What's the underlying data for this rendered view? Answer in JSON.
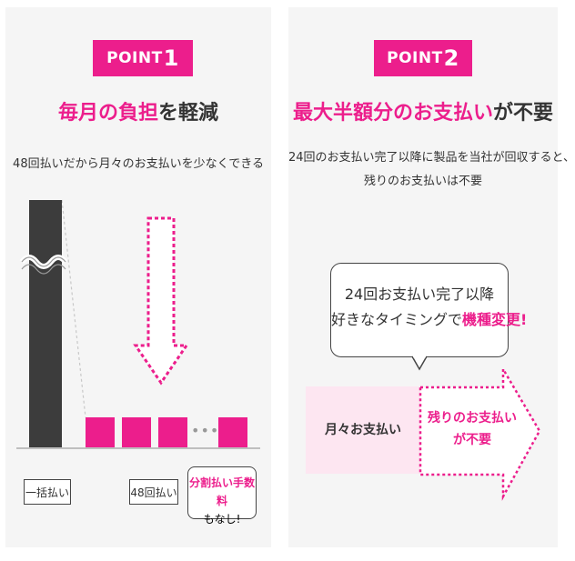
{
  "colors": {
    "accent": "#ec1e8c",
    "dark_bar": "#3c3c3c",
    "panel_bg": "#f5f5f5",
    "light_pink": "#fde6f1"
  },
  "point1": {
    "badge_word": "POINT",
    "badge_num": "1",
    "heading_pink": "毎月の負担",
    "heading_dark": "を軽減",
    "subtitle": "48回払いだから月々のお支払いを少なくできる",
    "label_lump": "一括払い",
    "label_48": "48回払い",
    "bubble_line1": "分割払い手数料",
    "bubble_line2": "もなし!",
    "dots": "•••"
  },
  "point2": {
    "badge_word": "POINT",
    "badge_num": "2",
    "heading_pink": "最大半額分のお支払い",
    "heading_dark": "が不要",
    "subtitle_line1": "24回のお支払い完了以降に製品を当社が回収すると、",
    "subtitle_line2": "残りのお支払いは不要",
    "callout_line1": "24回お支払い完了以降",
    "callout_line2_dark": "好きなタイミングで",
    "callout_line2_pink": "機種変更!",
    "flow_left": "月々お支払い",
    "flow_right_line1": "残りのお支払い",
    "flow_right_line2": "が不要"
  }
}
